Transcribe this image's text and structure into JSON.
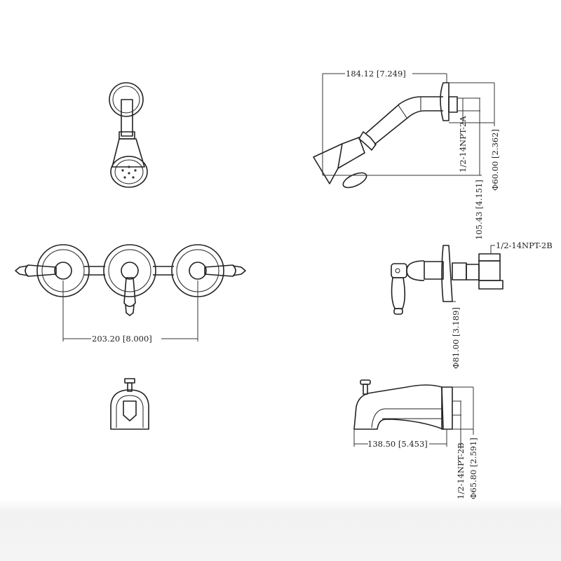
{
  "drawing": {
    "shower_side": {
      "width_dim": "184.12 [7.249]",
      "thread_label": "1/2-14NPT-2A",
      "flange_dim": "Φ60.00 [2.362]",
      "drop_dim": "105.43 [4.151]"
    },
    "handles_front": {
      "spacing_dim": "203.20 [8.000]"
    },
    "valve_side": {
      "thread_label": "1/2-14NPT-2B",
      "flange_dim": "Φ81.00 [3.189]"
    },
    "spout_side": {
      "length_dim": "138.50 [5.453]",
      "thread_label": "1/2-14NPT-2B",
      "outlet_dim": "Φ65.80 [2.591]"
    }
  }
}
